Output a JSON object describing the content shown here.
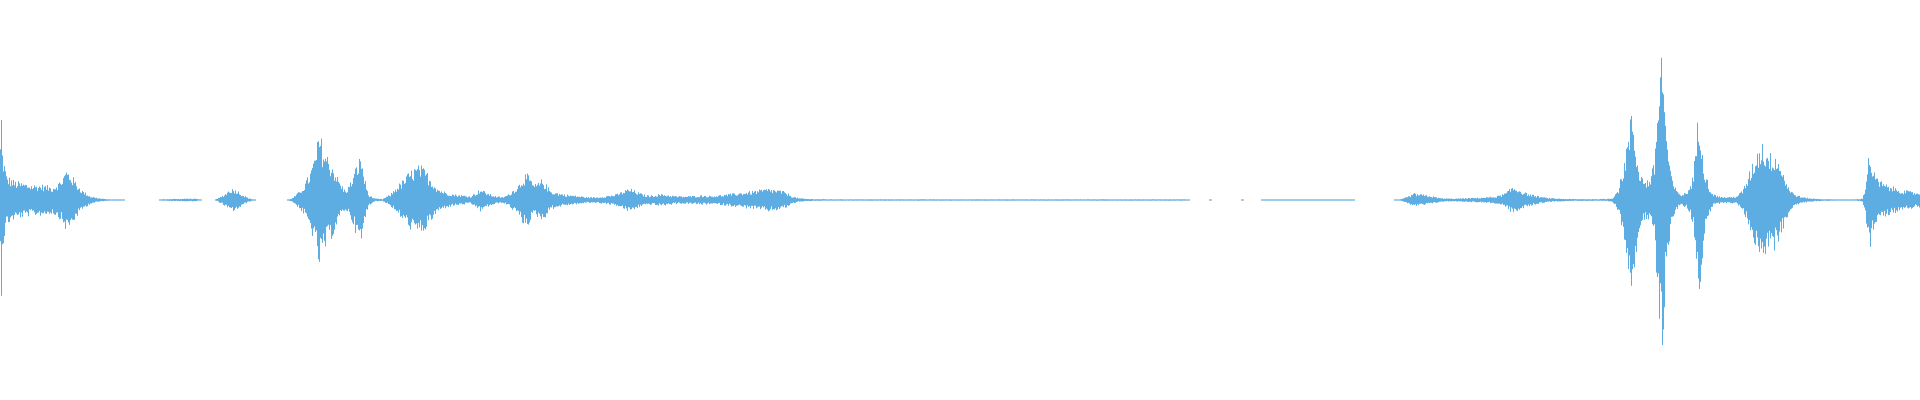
{
  "waveform": {
    "color": "#5dade2",
    "background": "#ffffff",
    "envelope": [
      [
        0,
        0.3
      ],
      [
        1,
        0.48
      ],
      [
        2,
        0.26
      ],
      [
        6,
        0.13
      ],
      [
        14,
        0.1
      ],
      [
        22,
        0.09
      ],
      [
        32,
        0.08
      ],
      [
        42,
        0.08
      ],
      [
        52,
        0.07
      ],
      [
        60,
        0.1
      ],
      [
        66,
        0.16
      ],
      [
        70,
        0.14
      ],
      [
        76,
        0.09
      ],
      [
        82,
        0.05
      ],
      [
        90,
        0.02
      ],
      [
        100,
        0.008
      ],
      [
        110,
        0.003
      ],
      [
        125,
        0.0
      ],
      [
        158,
        0.0
      ],
      [
        162,
        0.004
      ],
      [
        170,
        0.006
      ],
      [
        180,
        0.006
      ],
      [
        188,
        0.008
      ],
      [
        196,
        0.006
      ],
      [
        202,
        0.0
      ],
      [
        214,
        0.0
      ],
      [
        218,
        0.01
      ],
      [
        224,
        0.03
      ],
      [
        230,
        0.06
      ],
      [
        236,
        0.055
      ],
      [
        242,
        0.03
      ],
      [
        248,
        0.01
      ],
      [
        256,
        0.0
      ],
      [
        286,
        0.0
      ],
      [
        292,
        0.01
      ],
      [
        298,
        0.04
      ],
      [
        304,
        0.08
      ],
      [
        310,
        0.15
      ],
      [
        315,
        0.24
      ],
      [
        319,
        0.35
      ],
      [
        323,
        0.28
      ],
      [
        328,
        0.22
      ],
      [
        333,
        0.18
      ],
      [
        337,
        0.12
      ],
      [
        341,
        0.08
      ],
      [
        345,
        0.05
      ],
      [
        349,
        0.08
      ],
      [
        353,
        0.13
      ],
      [
        357,
        0.2
      ],
      [
        361,
        0.23
      ],
      [
        364,
        0.12
      ],
      [
        368,
        0.03
      ],
      [
        374,
        0.008
      ],
      [
        382,
        0.005
      ],
      [
        390,
        0.03
      ],
      [
        396,
        0.07
      ],
      [
        402,
        0.1
      ],
      [
        408,
        0.14
      ],
      [
        414,
        0.17
      ],
      [
        420,
        0.18
      ],
      [
        426,
        0.15
      ],
      [
        432,
        0.1
      ],
      [
        438,
        0.06
      ],
      [
        446,
        0.04
      ],
      [
        454,
        0.03
      ],
      [
        462,
        0.025
      ],
      [
        470,
        0.02
      ],
      [
        476,
        0.04
      ],
      [
        480,
        0.06
      ],
      [
        484,
        0.045
      ],
      [
        490,
        0.03
      ],
      [
        496,
        0.02
      ],
      [
        502,
        0.015
      ],
      [
        508,
        0.03
      ],
      [
        514,
        0.06
      ],
      [
        518,
        0.08
      ],
      [
        522,
        0.12
      ],
      [
        526,
        0.14
      ],
      [
        530,
        0.11
      ],
      [
        534,
        0.08
      ],
      [
        538,
        0.09
      ],
      [
        542,
        0.11
      ],
      [
        546,
        0.08
      ],
      [
        550,
        0.05
      ],
      [
        556,
        0.04
      ],
      [
        564,
        0.03
      ],
      [
        572,
        0.025
      ],
      [
        580,
        0.02
      ],
      [
        588,
        0.015
      ],
      [
        596,
        0.015
      ],
      [
        604,
        0.02
      ],
      [
        610,
        0.025
      ],
      [
        616,
        0.03
      ],
      [
        622,
        0.045
      ],
      [
        628,
        0.06
      ],
      [
        632,
        0.055
      ],
      [
        636,
        0.045
      ],
      [
        640,
        0.035
      ],
      [
        646,
        0.025
      ],
      [
        652,
        0.025
      ],
      [
        658,
        0.03
      ],
      [
        664,
        0.03
      ],
      [
        670,
        0.025
      ],
      [
        678,
        0.02
      ],
      [
        686,
        0.02
      ],
      [
        694,
        0.022
      ],
      [
        702,
        0.025
      ],
      [
        710,
        0.022
      ],
      [
        718,
        0.025
      ],
      [
        726,
        0.03
      ],
      [
        734,
        0.035
      ],
      [
        742,
        0.04
      ],
      [
        750,
        0.045
      ],
      [
        756,
        0.05
      ],
      [
        762,
        0.055
      ],
      [
        768,
        0.06
      ],
      [
        774,
        0.055
      ],
      [
        780,
        0.05
      ],
      [
        786,
        0.04
      ],
      [
        792,
        0.02
      ],
      [
        798,
        0.01
      ],
      [
        806,
        0.006
      ],
      [
        830,
        0.004
      ],
      [
        900,
        0.004
      ],
      [
        980,
        0.004
      ],
      [
        1060,
        0.004
      ],
      [
        1140,
        0.004
      ],
      [
        1185,
        0.004
      ],
      [
        1190,
        0.0
      ],
      [
        1208,
        0.0
      ],
      [
        1210,
        0.003
      ],
      [
        1212,
        0.0
      ],
      [
        1240,
        0.0
      ],
      [
        1242,
        0.003
      ],
      [
        1244,
        0.0
      ],
      [
        1260,
        0.0
      ],
      [
        1262,
        0.003
      ],
      [
        1275,
        0.003
      ],
      [
        1290,
        0.003
      ],
      [
        1305,
        0.003
      ],
      [
        1318,
        0.003
      ],
      [
        1350,
        0.003
      ],
      [
        1355,
        0.0
      ],
      [
        1393,
        0.0
      ],
      [
        1398,
        0.003
      ],
      [
        1402,
        0.006
      ],
      [
        1408,
        0.02
      ],
      [
        1414,
        0.035
      ],
      [
        1420,
        0.03
      ],
      [
        1426,
        0.025
      ],
      [
        1432,
        0.02
      ],
      [
        1438,
        0.012
      ],
      [
        1446,
        0.008
      ],
      [
        1456,
        0.008
      ],
      [
        1466,
        0.01
      ],
      [
        1476,
        0.012
      ],
      [
        1486,
        0.015
      ],
      [
        1494,
        0.018
      ],
      [
        1500,
        0.025
      ],
      [
        1506,
        0.04
      ],
      [
        1512,
        0.07
      ],
      [
        1518,
        0.06
      ],
      [
        1524,
        0.04
      ],
      [
        1530,
        0.03
      ],
      [
        1538,
        0.02
      ],
      [
        1546,
        0.012
      ],
      [
        1556,
        0.008
      ],
      [
        1566,
        0.006
      ],
      [
        1576,
        0.005
      ],
      [
        1586,
        0.005
      ],
      [
        1596,
        0.005
      ],
      [
        1606,
        0.006
      ],
      [
        1612,
        0.01
      ],
      [
        1618,
        0.06
      ],
      [
        1622,
        0.15
      ],
      [
        1626,
        0.28
      ],
      [
        1629,
        0.38
      ],
      [
        1632,
        0.48
      ],
      [
        1635,
        0.3
      ],
      [
        1638,
        0.18
      ],
      [
        1642,
        0.12
      ],
      [
        1646,
        0.1
      ],
      [
        1650,
        0.12
      ],
      [
        1654,
        0.2
      ],
      [
        1656,
        0.4
      ],
      [
        1658,
        0.58
      ],
      [
        1660,
        0.75
      ],
      [
        1662,
        0.8
      ],
      [
        1664,
        0.55
      ],
      [
        1667,
        0.3
      ],
      [
        1671,
        0.12
      ],
      [
        1676,
        0.05
      ],
      [
        1681,
        0.03
      ],
      [
        1686,
        0.04
      ],
      [
        1690,
        0.08
      ],
      [
        1693,
        0.14
      ],
      [
        1695,
        0.26
      ],
      [
        1697,
        0.4
      ],
      [
        1699,
        0.48
      ],
      [
        1701,
        0.36
      ],
      [
        1704,
        0.18
      ],
      [
        1708,
        0.08
      ],
      [
        1713,
        0.03
      ],
      [
        1720,
        0.018
      ],
      [
        1728,
        0.015
      ],
      [
        1736,
        0.02
      ],
      [
        1742,
        0.05
      ],
      [
        1746,
        0.1
      ],
      [
        1750,
        0.16
      ],
      [
        1754,
        0.22
      ],
      [
        1758,
        0.28
      ],
      [
        1762,
        0.3
      ],
      [
        1766,
        0.27
      ],
      [
        1770,
        0.24
      ],
      [
        1774,
        0.26
      ],
      [
        1778,
        0.22
      ],
      [
        1782,
        0.16
      ],
      [
        1786,
        0.1
      ],
      [
        1790,
        0.05
      ],
      [
        1795,
        0.03
      ],
      [
        1802,
        0.015
      ],
      [
        1812,
        0.008
      ],
      [
        1822,
        0.005
      ],
      [
        1832,
        0.004
      ],
      [
        1840,
        0.003
      ],
      [
        1848,
        0.003
      ],
      [
        1856,
        0.004
      ],
      [
        1862,
        0.008
      ],
      [
        1864,
        0.05
      ],
      [
        1866,
        0.12
      ],
      [
        1868,
        0.22
      ],
      [
        1870,
        0.26
      ],
      [
        1872,
        0.16
      ],
      [
        1876,
        0.12
      ],
      [
        1880,
        0.1
      ],
      [
        1886,
        0.08
      ],
      [
        1892,
        0.07
      ],
      [
        1898,
        0.06
      ],
      [
        1904,
        0.05
      ],
      [
        1910,
        0.045
      ],
      [
        1916,
        0.04
      ],
      [
        1920,
        0.04
      ]
    ]
  }
}
